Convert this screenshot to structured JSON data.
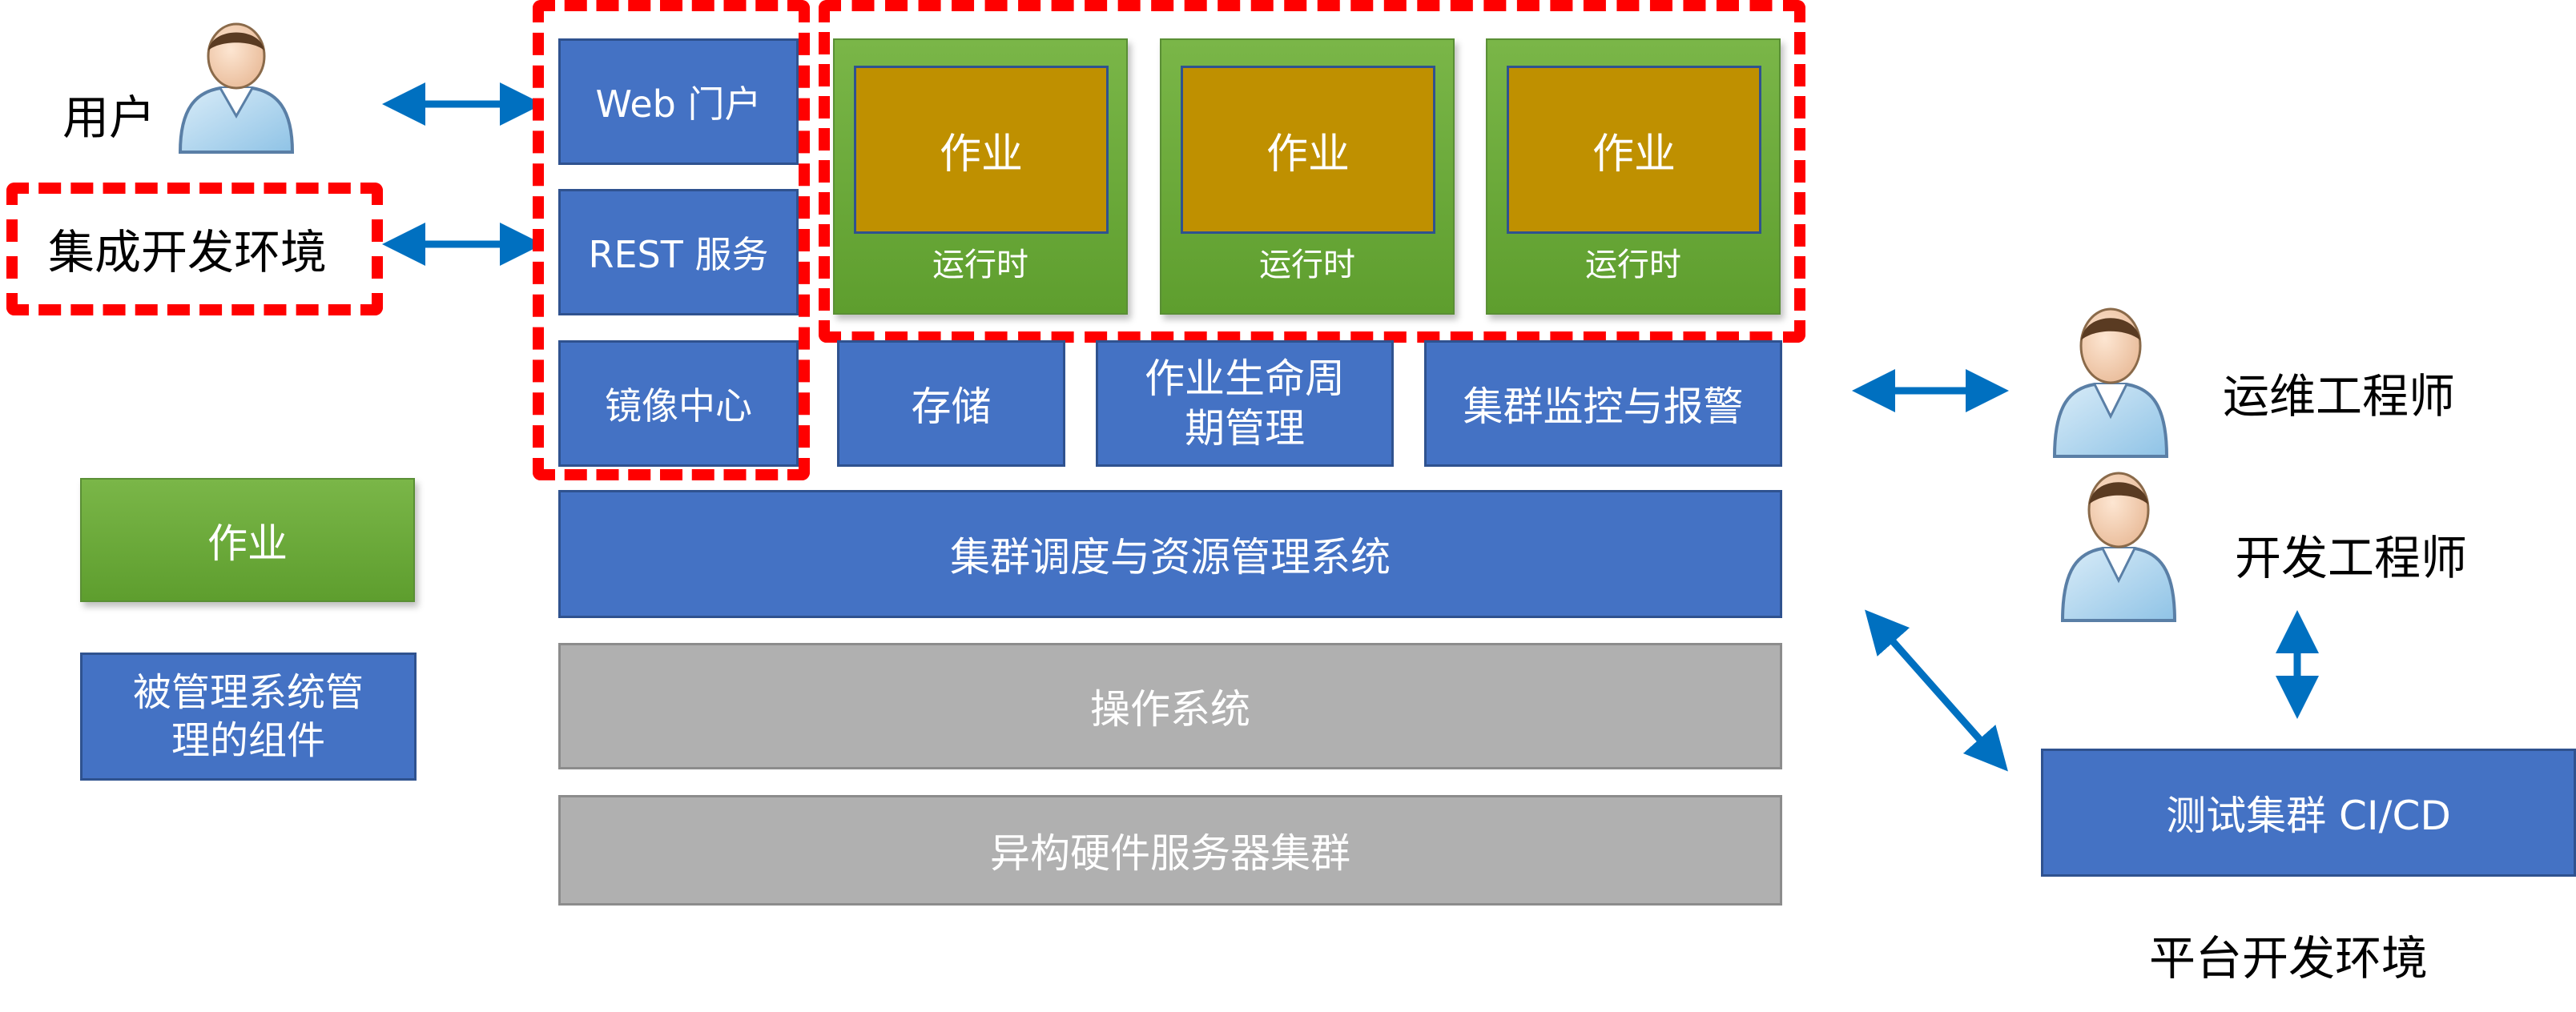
{
  "actors": {
    "user": "用户",
    "ops_engineer": "运维工程师",
    "dev_engineer": "开发工程师"
  },
  "left": {
    "ide": "集成开发环境"
  },
  "access": {
    "web_portal": "Web 门户",
    "rest": "REST 服务",
    "registry": "镜像中心"
  },
  "jobs": [
    {
      "title": "作业",
      "runtime": "运行时"
    },
    {
      "title": "作业",
      "runtime": "运行时"
    },
    {
      "title": "作业",
      "runtime": "运行时"
    }
  ],
  "services": {
    "storage": "存储",
    "lifecycle": [
      "作业生命周",
      "期管理"
    ],
    "monitoring": "集群监控与报警"
  },
  "layers": {
    "scheduler": "集群调度与资源管理系统",
    "os": "操作系统",
    "hardware": "异构硬件服务器集群"
  },
  "legend": {
    "job": "作业",
    "managed": [
      "被管理系统管",
      "理的组件"
    ]
  },
  "platform": {
    "ci": "测试集群 CI/CD",
    "dev_env": "平台开发环境"
  },
  "colors": {
    "managed_blue": "#4472c4",
    "job_green": "#70ad47",
    "job_gold": "#bf9000",
    "infra_gray": "#b0b0b0",
    "highlight_red": "#ff0000",
    "arrow_blue": "#0070c0"
  }
}
